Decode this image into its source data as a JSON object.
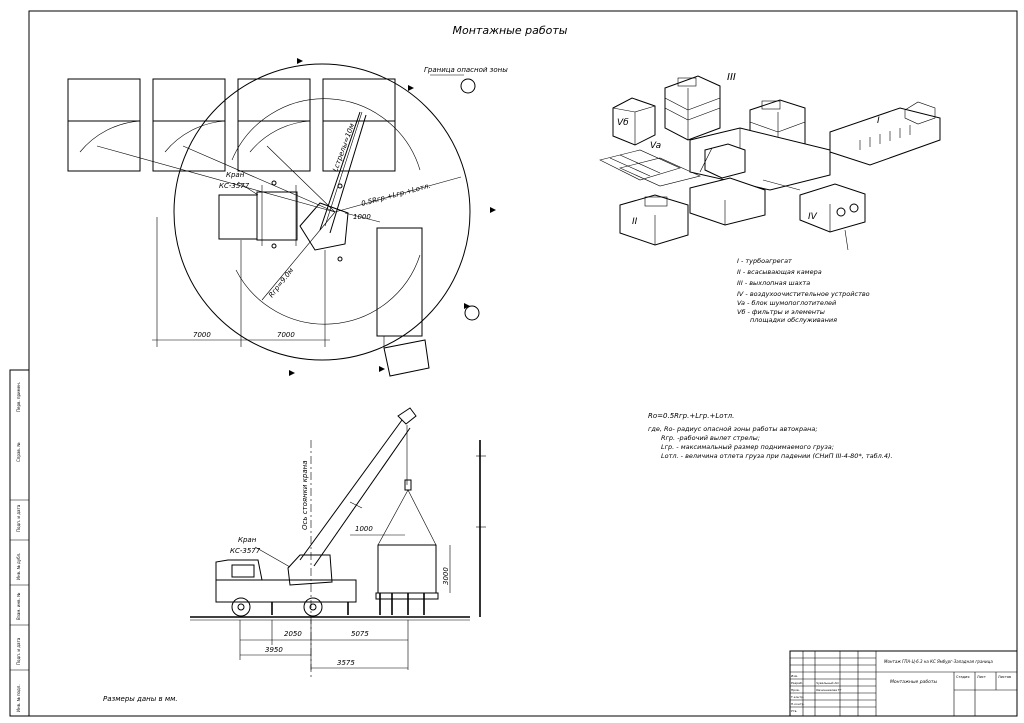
{
  "drawing": {
    "title": "Монтажные работы",
    "note_units": "Размеры даны в мм."
  },
  "plan": {
    "danger_zone_label": "Граница опасной зоны",
    "crane_label": "Кран",
    "crane_model": "КС-3577",
    "boom_label": "Lстрелы=10м",
    "radius_label": "Rгр=9.0м",
    "formula_short": "0.5Rгр.+Lгр.+Lотл.",
    "dim_1000": "1000",
    "dim_7000_a": "7000",
    "dim_7000_b": "7000"
  },
  "elevation": {
    "crane_label": "Кран",
    "crane_model": "КС-3577",
    "axis_label": "Ось стоянки крана",
    "dim_1000": "1000",
    "dim_3000": "3000",
    "dim_2050": "2050",
    "dim_5075": "5075",
    "dim_3950": "3950",
    "dim_3575": "3575"
  },
  "iso_labels": {
    "I": "I",
    "II": "II",
    "III": "III",
    "IV": "IV",
    "Va": "Va",
    "Vb": "Vб"
  },
  "legend": [
    "I - турбоагрегат",
    "II - всасывающая камера",
    "III - выхлопная шахта",
    "IV - воздухоочистительное устройство",
    "Va - блок шумопоглотителей",
    "Vб - фильтры и элементы",
    "площадки обслуживания"
  ],
  "formula": {
    "main": "Ro=0.5Rгр.+Lгр.+Lотл.",
    "lines": [
      "где,  Ro- радиус опасной зоны работы автокрана;",
      "Rгр. -рабочий вылет стрелы;",
      "Lгр. - максимальный размер поднимаемого груза;",
      "Lотл. - величина отлета груза при падении (СНиП III-4-80*, табл.4)."
    ]
  },
  "title_block": {
    "project": "Монтаж ГПА-Ц-6.3 на КС Ямбург-Западная граница",
    "sheet_name": "Монтажные работы",
    "col_stage": "Стадия",
    "col_sheet": "Лист",
    "col_sheets": "Листов",
    "row1": "Изм.",
    "row2": "Разраб.",
    "row3": "Пров.",
    "row4": "Т.контр.",
    "row5": "Н.контр.",
    "row6": "Утв.",
    "person1": "Чувальный АО",
    "person2": "Овчинникова ТГ"
  },
  "left_strip": [
    "Перв. примен.",
    "Справ. №",
    "Подп. и дата",
    "Инв. № дубл.",
    "Взам. инв. №",
    "Подп. и дата",
    "Инв. № подл."
  ]
}
